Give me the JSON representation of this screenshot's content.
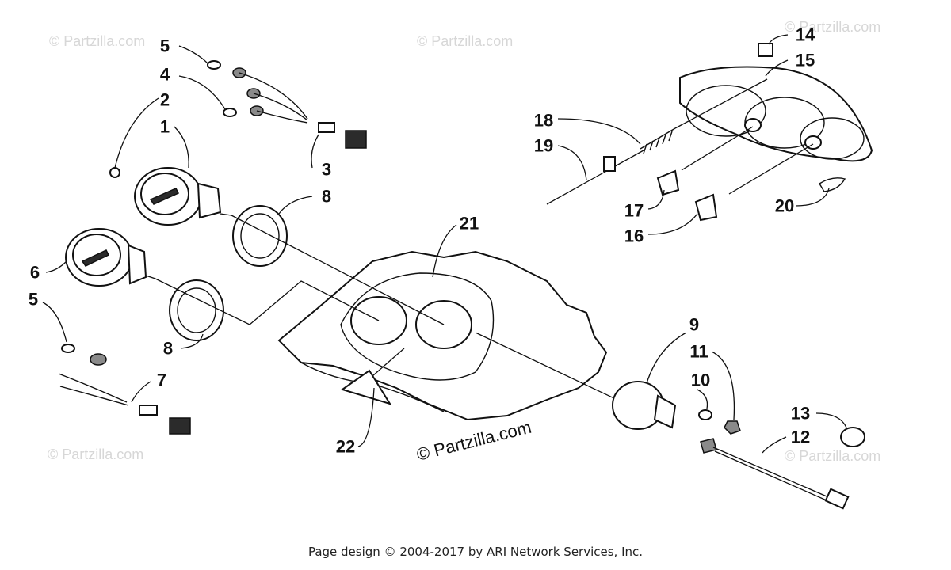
{
  "watermarks": {
    "brand": "© Partzilla.com",
    "center": "© Partzilla.com"
  },
  "callouts": {
    "p1": "1",
    "p2": "2",
    "p3": "3",
    "p4": "4",
    "p5a": "5",
    "p5b": "5",
    "p6": "6",
    "p7": "7",
    "p8a": "8",
    "p8b": "8",
    "p9": "9",
    "p10": "10",
    "p11": "11",
    "p12": "12",
    "p13": "13",
    "p14": "14",
    "p15": "15",
    "p16": "16",
    "p17": "17",
    "p18": "18",
    "p19": "19",
    "p20": "20",
    "p21": "21",
    "p22": "22"
  },
  "footer": {
    "text": "Page design © 2004-2017 by ARI Network Services, Inc."
  },
  "colors": {
    "line": "#111111",
    "watermark": "#d7d7d7",
    "background": "#ffffff"
  }
}
